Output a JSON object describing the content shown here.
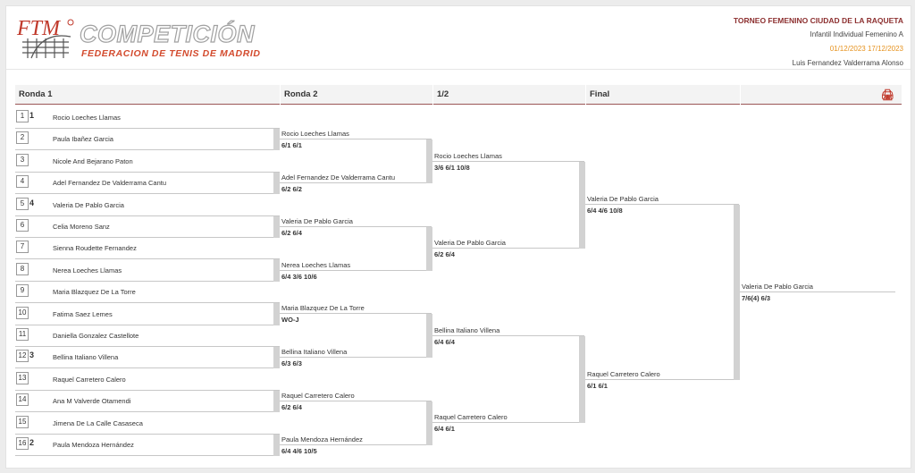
{
  "logo": {
    "ftm": "FTM",
    "brand": "COMPETICIÓN",
    "subtitle": "FEDERACION DE TENIS DE MADRID"
  },
  "tournament": {
    "name": "TORNEO FEMENINO CIUDAD DE LA RAQUETA",
    "category": "Infantil Individual Femenino A",
    "dates": "01/12/2023 17/12/2023",
    "referee": "Luis Fernandez Valderrama Alonso"
  },
  "columns": [
    "Ronda 1",
    "Ronda 2",
    "1/2",
    "Final",
    ""
  ],
  "icons": {
    "print": "print-icon"
  },
  "round1": [
    {
      "num": "1",
      "seed": "1",
      "name": "Rocio Loeches Llamas"
    },
    {
      "num": "2",
      "seed": "",
      "name": "Paula Ibañez Garcia"
    },
    {
      "num": "3",
      "seed": "",
      "name": "Nicole And Bejarano Paton"
    },
    {
      "num": "4",
      "seed": "",
      "name": "Adel Fernandez De Valderrama Cantu"
    },
    {
      "num": "5",
      "seed": "4",
      "name": "Valeria De Pablo Garcia"
    },
    {
      "num": "6",
      "seed": "",
      "name": "Celia Moreno Sanz"
    },
    {
      "num": "7",
      "seed": "",
      "name": "Sienna Roudette Fernandez"
    },
    {
      "num": "8",
      "seed": "",
      "name": "Nerea Loeches Llamas"
    },
    {
      "num": "9",
      "seed": "",
      "name": "Maria Blazquez De La Torre"
    },
    {
      "num": "10",
      "seed": "",
      "name": "Fatima Saez Lemes"
    },
    {
      "num": "11",
      "seed": "",
      "name": "Daniella Gonzalez Castellote"
    },
    {
      "num": "12",
      "seed": "3",
      "name": "Bellina Italiano Villena"
    },
    {
      "num": "13",
      "seed": "",
      "name": "Raquel Carretero Calero"
    },
    {
      "num": "14",
      "seed": "",
      "name": "Ana M Valverde Otamendi"
    },
    {
      "num": "15",
      "seed": "",
      "name": "Jimena De La Calle Casaseca"
    },
    {
      "num": "16",
      "seed": "2",
      "name": "Paula Mendoza Hernández"
    }
  ],
  "round2": [
    {
      "name": "Rocio Loeches Llamas",
      "score": "6/1 6/1"
    },
    {
      "name": "Adel Fernandez De Valderrama Cantu",
      "score": "6/2 6/2"
    },
    {
      "name": "Valeria De Pablo Garcia",
      "score": "6/2 6/4"
    },
    {
      "name": "Nerea Loeches Llamas",
      "score": "6/4 3/6 10/6"
    },
    {
      "name": "Maria Blazquez De La Torre",
      "score": "WO-J"
    },
    {
      "name": "Bellina Italiano Villena",
      "score": "6/3 6/3"
    },
    {
      "name": "Raquel Carretero Calero",
      "score": "6/2 6/4"
    },
    {
      "name": "Paula Mendoza Hernández",
      "score": "6/4 4/6 10/5"
    }
  ],
  "semis": [
    {
      "name": "Rocio Loeches Llamas",
      "score": "3/6 6/1 10/8"
    },
    {
      "name": "Valeria De Pablo Garcia",
      "score": "6/2 6/4"
    },
    {
      "name": "Bellina Italiano Villena",
      "score": "6/4 6/4"
    },
    {
      "name": "Raquel Carretero Calero",
      "score": "6/4 6/1"
    }
  ],
  "final": [
    {
      "name": "Valeria De Pablo Garcia",
      "score": "6/4 4/6 10/8"
    },
    {
      "name": "Raquel Carretero Calero",
      "score": "6/1 6/1"
    }
  ],
  "champion": {
    "name": "Valeria De Pablo Garcia",
    "score": "7/6(4) 6/3"
  }
}
